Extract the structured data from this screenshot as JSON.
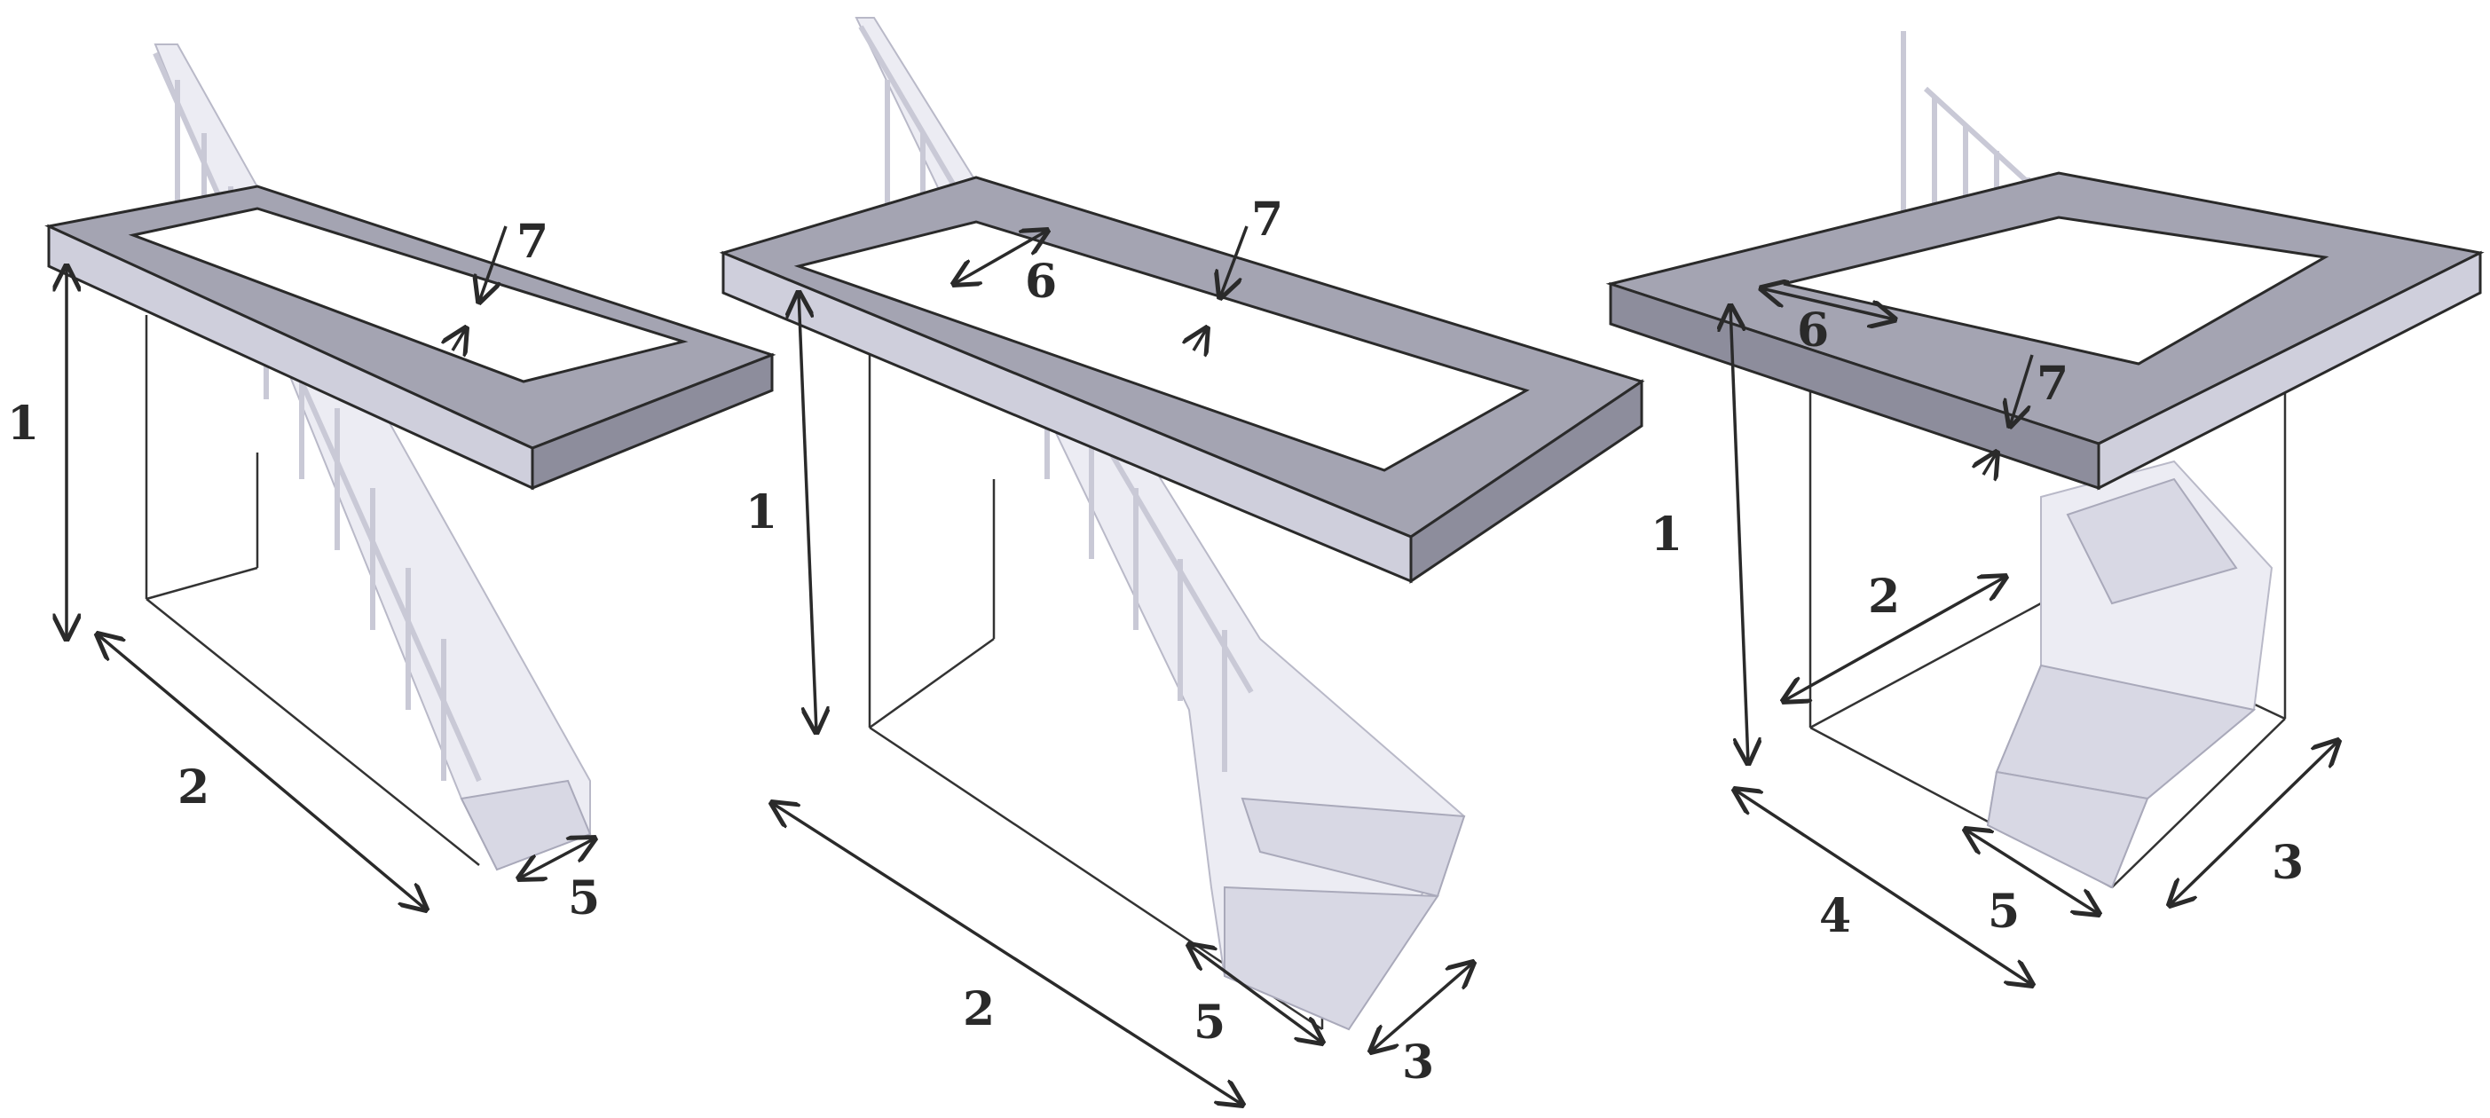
{
  "diagrams": [
    {
      "name": "straight-stair",
      "labels": {
        "height": "1",
        "length": "2",
        "stair_width": "5",
        "slab_thickness": "7"
      }
    },
    {
      "name": "quarter-turn-stair",
      "labels": {
        "height": "1",
        "length": "2",
        "width": "3",
        "stair_width": "5",
        "opening_width": "6",
        "slab_thickness": "7"
      }
    },
    {
      "name": "half-turn-stair",
      "labels": {
        "height": "1",
        "length": "2",
        "width": "3",
        "depth": "4",
        "stair_width": "5",
        "opening_width": "6",
        "slab_thickness": "7"
      }
    }
  ]
}
